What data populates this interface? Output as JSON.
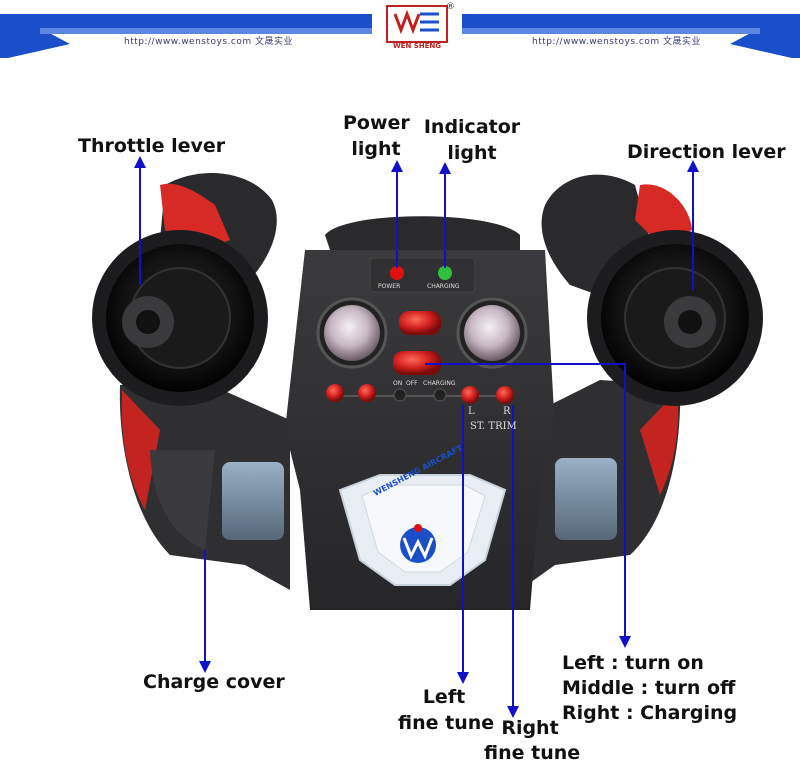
{
  "header": {
    "url_left": "http://www.wenstoys.com  文晟实业",
    "url_right": "http://www.wenstoys.com  文晟实业",
    "logo_text": "WEN SHENG",
    "logo_mark": "®"
  },
  "panel": {
    "power_label": "POWER",
    "charging_label": "CHARGING",
    "on_label": "ON",
    "off_label": "OFF",
    "switch_charging_label": "CHARGING",
    "trim_l": "L",
    "trim_r": "R",
    "trim_label": "ST. TRIM",
    "badge_text": "WENSHENG AIRCRAFT"
  },
  "callouts": {
    "throttle_lever": "Throttle lever",
    "power_light_1": "Power",
    "power_light_2": "light",
    "indicator_light_1": "Indicator",
    "indicator_light_2": "light",
    "direction_lever": "Direction lever",
    "charge_cover": "Charge cover",
    "left_fine_tune_1": "Left",
    "left_fine_tune_2": "fine tune",
    "right_fine_tune_1": "Right",
    "right_fine_tune_2": "fine tune",
    "switch_1": "Left : turn on",
    "switch_2": "Middle : turn off",
    "switch_3": "Right : Charging"
  },
  "colors": {
    "arrow": "#1010c8",
    "header_blue": "#1a4fc9",
    "body_dark": "#2e2e30",
    "accent_red": "#d0201e",
    "power_led": "#e01010",
    "charging_led": "#30c040"
  }
}
